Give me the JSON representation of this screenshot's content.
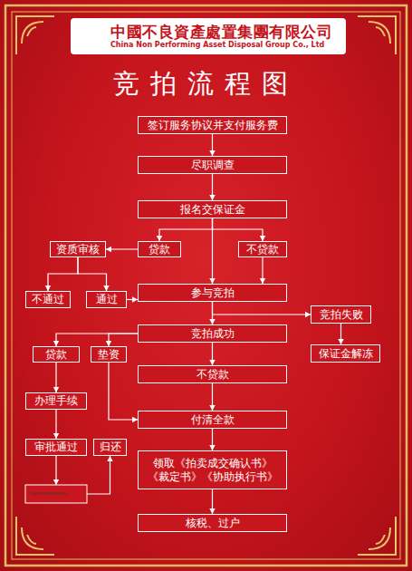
{
  "diagram": {
    "title": "竞拍流程图",
    "nodes": [
      {
        "text": [
          "中國不良資產處置集團有限公司",
          "China Non Performing Asset Disposal Group Co., Ltd"
        ]
      },
      {
        "text": [
          "签订服务协议并支付服务费"
        ]
      },
      {
        "text": [
          "尽职调查"
        ]
      },
      {
        "text": [
          "报名交保证金"
        ]
      },
      {
        "text": [
          "资质审核"
        ]
      },
      {
        "text": [
          "贷款"
        ]
      },
      {
        "text": [
          "不贷款"
        ]
      },
      {
        "text": [
          "不通过"
        ]
      },
      {
        "text": [
          "通过"
        ]
      },
      {
        "text": [
          "参与竞拍"
        ]
      },
      {
        "text": [
          "竞拍失败"
        ]
      },
      {
        "text": [
          "竞拍成功"
        ]
      },
      {
        "text": [
          "保证金解冻"
        ]
      },
      {
        "text": [
          "贷款"
        ]
      },
      {
        "text": [
          "垫资"
        ]
      },
      {
        "text": [
          "不贷款"
        ]
      },
      {
        "text": [
          "办理手续"
        ]
      },
      {
        "text": [
          "付清全款"
        ]
      },
      {
        "text": [
          "审批通过"
        ]
      },
      {
        "text": [
          "归还"
        ]
      },
      {
        "text": [
          "领取《拍卖成交确认书》 《裁定书》《协助执行书》"
        ]
      },
      {
        "text": [
          "核税、过户"
        ]
      }
    ],
    "edges": [
      {
        "from": 1,
        "to": 2,
        "arrow": "to"
      },
      {
        "from": 2,
        "to": 3,
        "arrow": "to"
      },
      {
        "from": 3,
        "to": 9,
        "arrow": "to"
      },
      {
        "from": 3,
        "to": 5,
        "arrow": "to"
      },
      {
        "from": 3,
        "to": 6,
        "arrow": "to"
      },
      {
        "from": 5,
        "to": 4,
        "arrow": "to"
      },
      {
        "from": 4,
        "to": 7,
        "arrow": "to"
      },
      {
        "from": 4,
        "to": 8,
        "arrow": "to"
      },
      {
        "from": 8,
        "to": 9,
        "arrow": "to"
      },
      {
        "from": 6,
        "to": 9,
        "arrow": "to"
      },
      {
        "from": 9,
        "to": 11,
        "arrow": "to"
      },
      {
        "from": 9,
        "to": 10,
        "arrow": "to"
      },
      {
        "from": 10,
        "to": 12,
        "arrow": "to"
      },
      {
        "from": 11,
        "to": 15,
        "arrow": "to"
      },
      {
        "from": 11,
        "to": 13,
        "arrow": "to"
      },
      {
        "from": 11,
        "to": 14,
        "arrow": "to"
      },
      {
        "from": 15,
        "to": 17,
        "arrow": "to"
      },
      {
        "from": 13,
        "to": 16,
        "arrow": "to"
      },
      {
        "from": 16,
        "to": 18,
        "arrow": "to"
      },
      {
        "from": 14,
        "to": 17,
        "arrow": "to"
      },
      {
        "from": 18,
        "to": 19,
        "arrow": "to"
      },
      {
        "from": 17,
        "to": 20,
        "arrow": "to"
      },
      {
        "from": 20,
        "to": 21,
        "arrow": "to"
      }
    ]
  }
}
